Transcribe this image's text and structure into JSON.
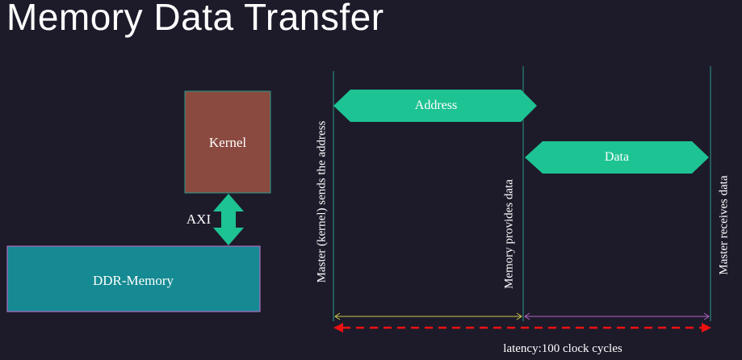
{
  "title": "Memory Data Transfer",
  "blocks": {
    "kernel": "Kernel",
    "axi": "AXI",
    "ddr": "DDR-Memory"
  },
  "timeline": {
    "address": "Address",
    "data": "Data",
    "master_sends": "Master (kernel) sends the address",
    "memory_provides": "Memory provides data",
    "master_receives": "Master receives data",
    "latency": "latency:100 clock cycles"
  },
  "colors": {
    "background": "#1d1b2a",
    "kernel": "#8b4a40",
    "ddr": "#158a92",
    "arrow_green": "#1ec393",
    "latency_red": "#ee1111"
  }
}
